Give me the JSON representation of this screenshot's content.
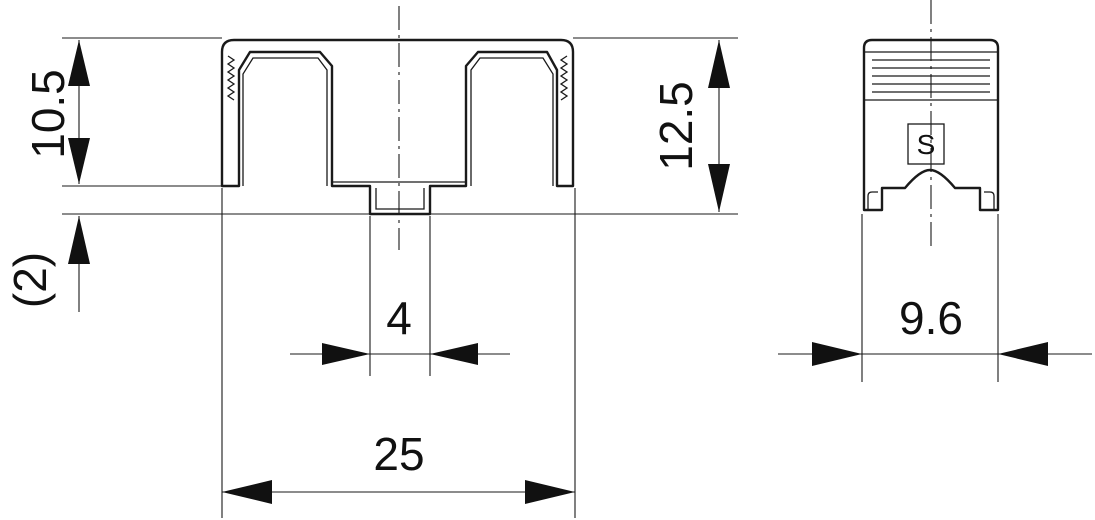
{
  "drawing": {
    "dimensions": {
      "height_body": "10.5",
      "height_total": "12.5",
      "height_offset": "(2)",
      "width_center_tab": "4",
      "width_total": "25",
      "width_side_view": "9.6"
    },
    "side_view_marking": "S"
  }
}
